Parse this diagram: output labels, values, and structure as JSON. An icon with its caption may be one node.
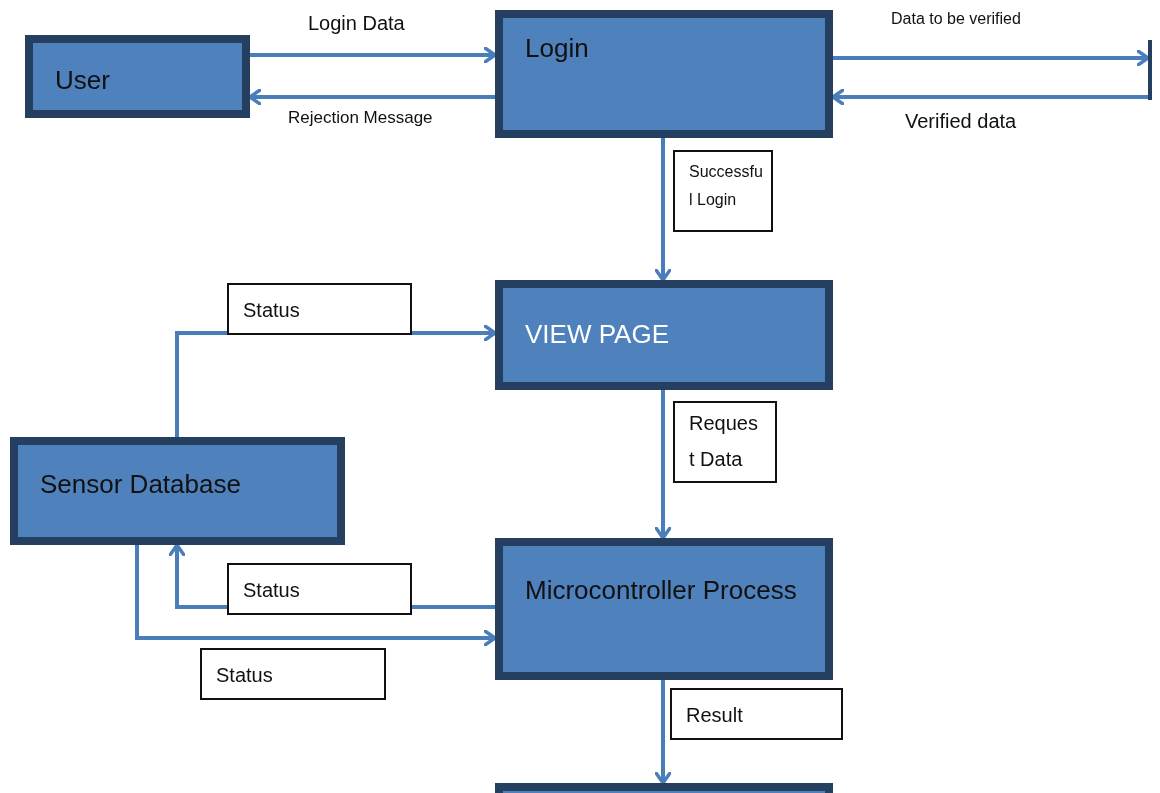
{
  "diagram": {
    "nodes": [
      {
        "text": [
          "User"
        ]
      },
      {
        "text": [
          "Login"
        ]
      },
      {
        "text": [],
        "shape": "box"
      },
      {
        "text": [
          "VIEW PAGE"
        ]
      },
      {
        "text": [
          "Sensor Database"
        ]
      },
      {
        "text": [
          "Microcontroller Process"
        ]
      },
      {
        "text": [],
        "shape": "box"
      }
    ],
    "edges": [
      {
        "from": 0,
        "to": 1,
        "arrow": "to",
        "label": "Login Data"
      },
      {
        "from": 1,
        "to": 0,
        "arrow": "to",
        "label": "Rejection Message"
      },
      {
        "from": 1,
        "to": 2,
        "arrow": "to",
        "label": "Data to be verified"
      },
      {
        "from": 2,
        "to": 1,
        "arrow": "to",
        "label": "Verified data"
      },
      {
        "from": 1,
        "to": 3,
        "arrow": "to",
        "label": "Successfu l Login"
      },
      {
        "from": 4,
        "to": 3,
        "arrow": "to",
        "label": "Status"
      },
      {
        "from": 3,
        "to": 5,
        "arrow": "to",
        "label": "Reques t Data"
      },
      {
        "from": 5,
        "to": 4,
        "arrow": "to",
        "label": "Status"
      },
      {
        "from": 4,
        "to": 5,
        "arrow": "to",
        "label": "Status"
      },
      {
        "from": 5,
        "to": 6,
        "arrow": "to",
        "label": "Result"
      }
    ]
  }
}
